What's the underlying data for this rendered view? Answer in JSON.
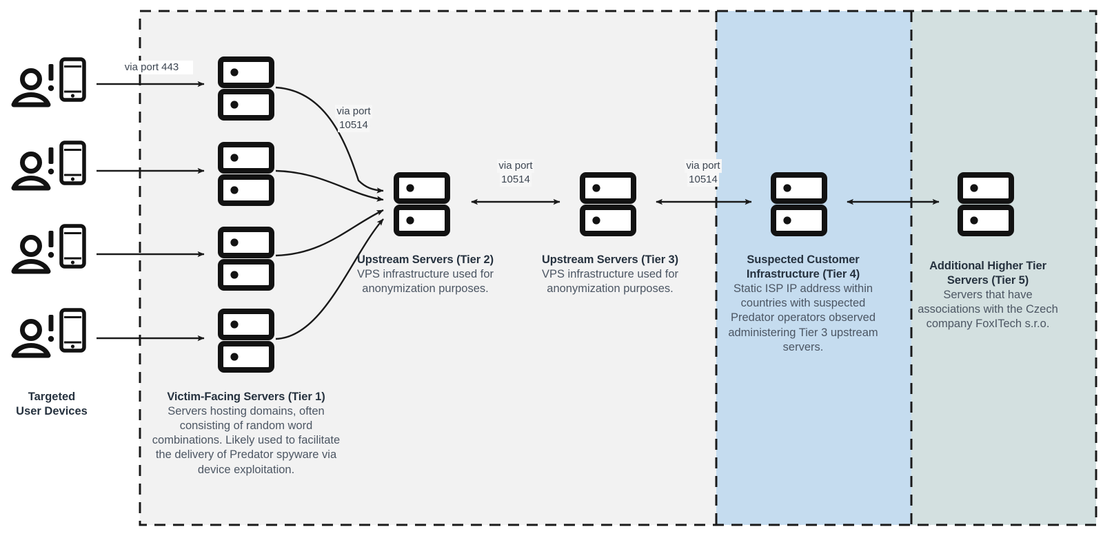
{
  "diagram": {
    "title": "Predator spyware multi-tier server infrastructure",
    "colors": {
      "panel_tier1": "#f2f2f2",
      "panel_tier4": "#c5dcef",
      "panel_tier5": "#d3e0e0",
      "dashed_border": "#1a1a1a",
      "icon": "#121212",
      "heading": "#26323f",
      "body_text": "#4c5663",
      "arrow": "#1a1a1a"
    },
    "panels": [
      {
        "name": "tier1-tier3-zone",
        "fill": "#f2f2f2"
      },
      {
        "name": "tier4-zone",
        "fill": "#c5dcef"
      },
      {
        "name": "tier5-zone",
        "fill": "#d3e0e0"
      }
    ],
    "user_group": {
      "label": "Targeted\nUser Devices",
      "label_line1": "Targeted",
      "label_line2": "User Devices",
      "device_count": 4,
      "icons": [
        "person-icon",
        "exclamation-icon",
        "smartphone-icon"
      ]
    },
    "edges": [
      {
        "name": "victim-to-tier1",
        "label": "via port 443",
        "style": "straight-arrow",
        "direction": "one-way"
      },
      {
        "name": "tier1-to-tier2",
        "label": "via port\n10514",
        "style": "curved-arrow",
        "direction": "one-way"
      },
      {
        "name": "tier2-to-tier3",
        "label": "via port\n10514",
        "style": "straight-arrow",
        "direction": "two-way"
      },
      {
        "name": "tier3-to-tier4",
        "label": "via port\n10514",
        "style": "straight-arrow",
        "direction": "two-way"
      },
      {
        "name": "tier4-to-tier5",
        "label": "",
        "style": "straight-arrow",
        "direction": "two-way"
      }
    ],
    "port_labels": {
      "p443": "via port 443",
      "p10514_a_line1": "via port",
      "p10514_a_line2": "10514",
      "p10514_b_line1": "via port",
      "p10514_b_line2": "10514",
      "p10514_c_line1": "via port",
      "p10514_c_line2": "10514"
    },
    "tiers": [
      {
        "id": "tier1",
        "title": "Victim-Facing Servers (Tier 1)",
        "description": "Servers hosting domains, often consisting of random word combinations. Likely used to facilitate the delivery of Predator spyware via device exploitation.",
        "server_stacks": 4
      },
      {
        "id": "tier2",
        "title": "Upstream Servers (Tier 2)",
        "description": "VPS infrastructure used for anonymization purposes.",
        "server_stacks": 1
      },
      {
        "id": "tier3",
        "title": "Upstream Servers (Tier 3)",
        "description": "VPS infrastructure used for anonymization purposes.",
        "server_stacks": 1
      },
      {
        "id": "tier4",
        "title": "Suspected Customer Infrastructure (Tier 4)",
        "description": "Static ISP IP address within countries with suspected Predator operators observed administering Tier 3 upstream servers.",
        "server_stacks": 1
      },
      {
        "id": "tier5",
        "title": "Additional Higher Tier Servers (Tier 5)",
        "description": "Servers that have associations with the Czech company FoxITech s.r.o.",
        "server_stacks": 1
      }
    ]
  }
}
